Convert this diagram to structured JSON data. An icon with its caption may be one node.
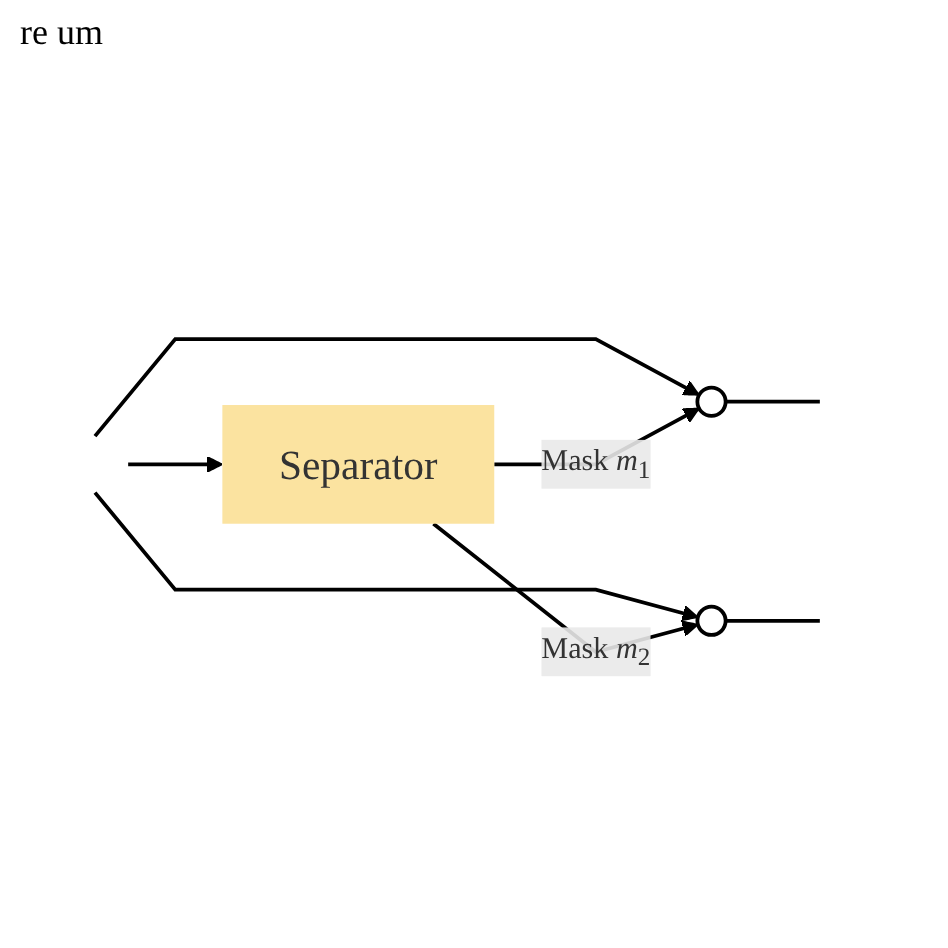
{
  "diagram": {
    "nodes": [
      {
        "text": [
          "Separator"
        ]
      },
      {
        "text": [],
        "shape": "circle"
      },
      {
        "text": [],
        "shape": "circle"
      }
    ],
    "edges": [
      {
        "from": null,
        "to": 0,
        "arrow": "to"
      },
      {
        "from": null,
        "to": 1,
        "arrow": "to"
      },
      {
        "from": null,
        "to": 2,
        "arrow": "to"
      },
      {
        "from": 0,
        "to": 1,
        "arrow": "to",
        "label": "Mask *m*$_{1}$"
      },
      {
        "from": 0,
        "to": 2,
        "arrow": "to",
        "label": "Mask *m*$_{2}$"
      },
      {
        "from": 1,
        "to": null,
        "arrow": "none"
      },
      {
        "from": 2,
        "to": null,
        "arrow": "none"
      }
    ],
    "labels": [
      "re um"
    ]
  }
}
